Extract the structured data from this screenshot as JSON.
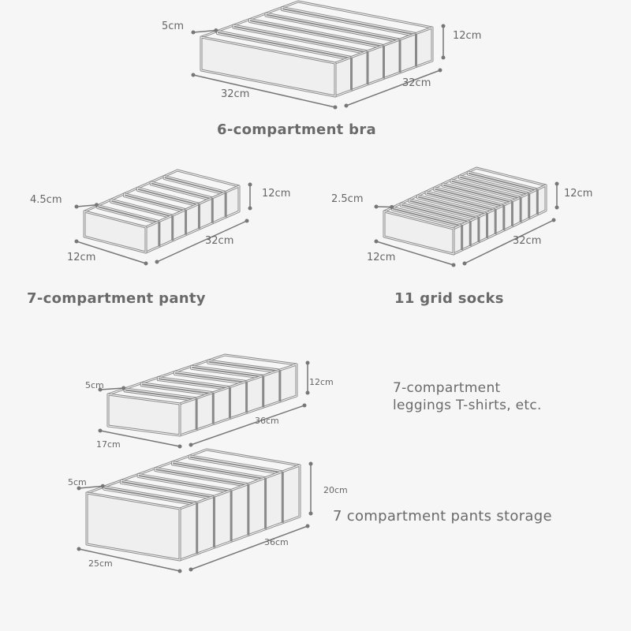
{
  "colors": {
    "background": "#f6f6f6",
    "line": "#8a8a8a",
    "fill": "#efefef"
  },
  "organizers": [
    {
      "caption": "6-compartment bra",
      "compartments": 6,
      "divider_width": "5cm",
      "height": "12cm",
      "width": "32cm",
      "length": "32cm"
    },
    {
      "caption": "7-compartment panty",
      "compartments": 7,
      "divider_width": "4.5cm",
      "height": "12cm",
      "width": "12cm",
      "length": "32cm"
    },
    {
      "caption": "11 grid socks",
      "compartments": 11,
      "divider_width": "2.5cm",
      "height": "12cm",
      "width": "12cm",
      "length": "32cm"
    },
    {
      "caption_line1": "7-compartment",
      "caption_line2": "leggings T-shirts, etc.",
      "compartments": 7,
      "divider_width": "5cm",
      "height": "12cm",
      "width": "17cm",
      "length": "36cm"
    },
    {
      "caption": "7 compartment pants storage",
      "compartments": 7,
      "divider_width": "5cm",
      "height": "20cm",
      "width": "25cm",
      "length": "36cm"
    }
  ]
}
